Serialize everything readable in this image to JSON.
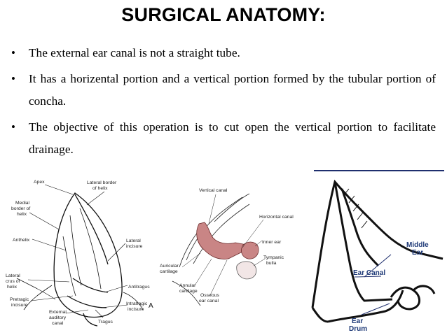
{
  "slide": {
    "title": "SURGICAL ANATOMY:",
    "bullets": [
      "The external ear canal is not a straight tube.",
      "It has a horizental portion and a vertical portion formed by the tubular portion of concha.",
      "The objective of this operation is to cut open the vertical portion to facilitate drainage."
    ],
    "bullet_symbol": "•"
  },
  "figure_left": {
    "labels": {
      "apex": "Apex",
      "lateral_border": "Lateral border",
      "lateral_border_2": "of helix",
      "medial_border": "Medial",
      "medial_border_2": "border of",
      "medial_border_3": "helix",
      "anthelix": "Anthelix",
      "lateral_incisure": "Lateral",
      "lateral_incisure_2": "incisure",
      "lateral_crus": "Lateral",
      "lateral_crus_2": "crus of",
      "lateral_crus_3": "helix",
      "antitragus": "Antitragus",
      "pretragic": "Pretragic",
      "pretragic_2": "incisure",
      "intertragic": "Intratragic",
      "intertragic_2": "incisure",
      "external_canal": "External",
      "external_canal_2": "auditory",
      "external_canal_3": "canal",
      "tragus": "Tragus",
      "panel_letter": "A"
    }
  },
  "figure_middle": {
    "labels": {
      "vertical_canal": "Vertical canal",
      "horizontal_canal": "Horizontal canal",
      "inner_ear": "Inner ear",
      "tympanic_bulla": "Tympanic",
      "tympanic_bulla_2": "bulla",
      "auricular_cartilage": "Auricular",
      "auricular_cartilage_2": "cartilage",
      "annular_cartilage": "Annular",
      "annular_cartilage_2": "cartilage",
      "osseous_canal": "Osseous",
      "osseous_canal_2": "ear canal"
    },
    "canal_color": "#c98585"
  },
  "figure_right": {
    "labels": {
      "middle_ear": "Middle",
      "middle_ear_2": "Ear",
      "ear_canal": "Ear Canal",
      "ear_drum": "Ear",
      "ear_drum_2": "Drum"
    },
    "label_color": "#1f3a78",
    "accent_line_color": "#1f2f6e"
  }
}
